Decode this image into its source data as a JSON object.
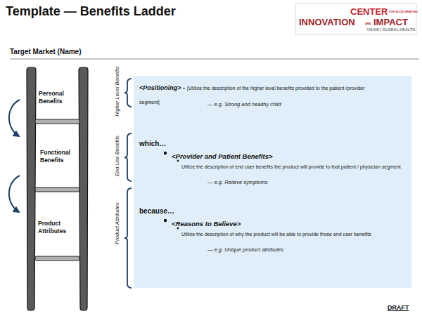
{
  "diagram": {
    "title": "Template — Benefits Ladder",
    "nodes": [
      {
        "text": [
          "<Positioning> -",
          "[Utilize the description of the higher level benefits provided to the patient /provider segment]",
          "— e.g. Strong and healthy child",
          "which…",
          "<Provider and Patient Benefits>",
          "Utilize the description of end user benefits the product will provide to that patient / physician segment",
          "— e.g. Relieve symptoms",
          "because…",
          "<Reasons to Believe>",
          "Utilize the description of why the product will be able to provide those end user benefits",
          "— e.g. Unique product attributes"
        ]
      }
    ],
    "labels": [
      "Target Market (Name)",
      "Personal Benefits",
      "Functional Benefits",
      "Product Attributes",
      "Higher Level Benefits",
      "End Use Benefits",
      "Product Attributes",
      "CENTER",
      "FOR ACCELERATING",
      "INNOVATION",
      "AND",
      "IMPACT",
      "USAID | GLOBAL HEALTH",
      "DRAFT"
    ]
  }
}
